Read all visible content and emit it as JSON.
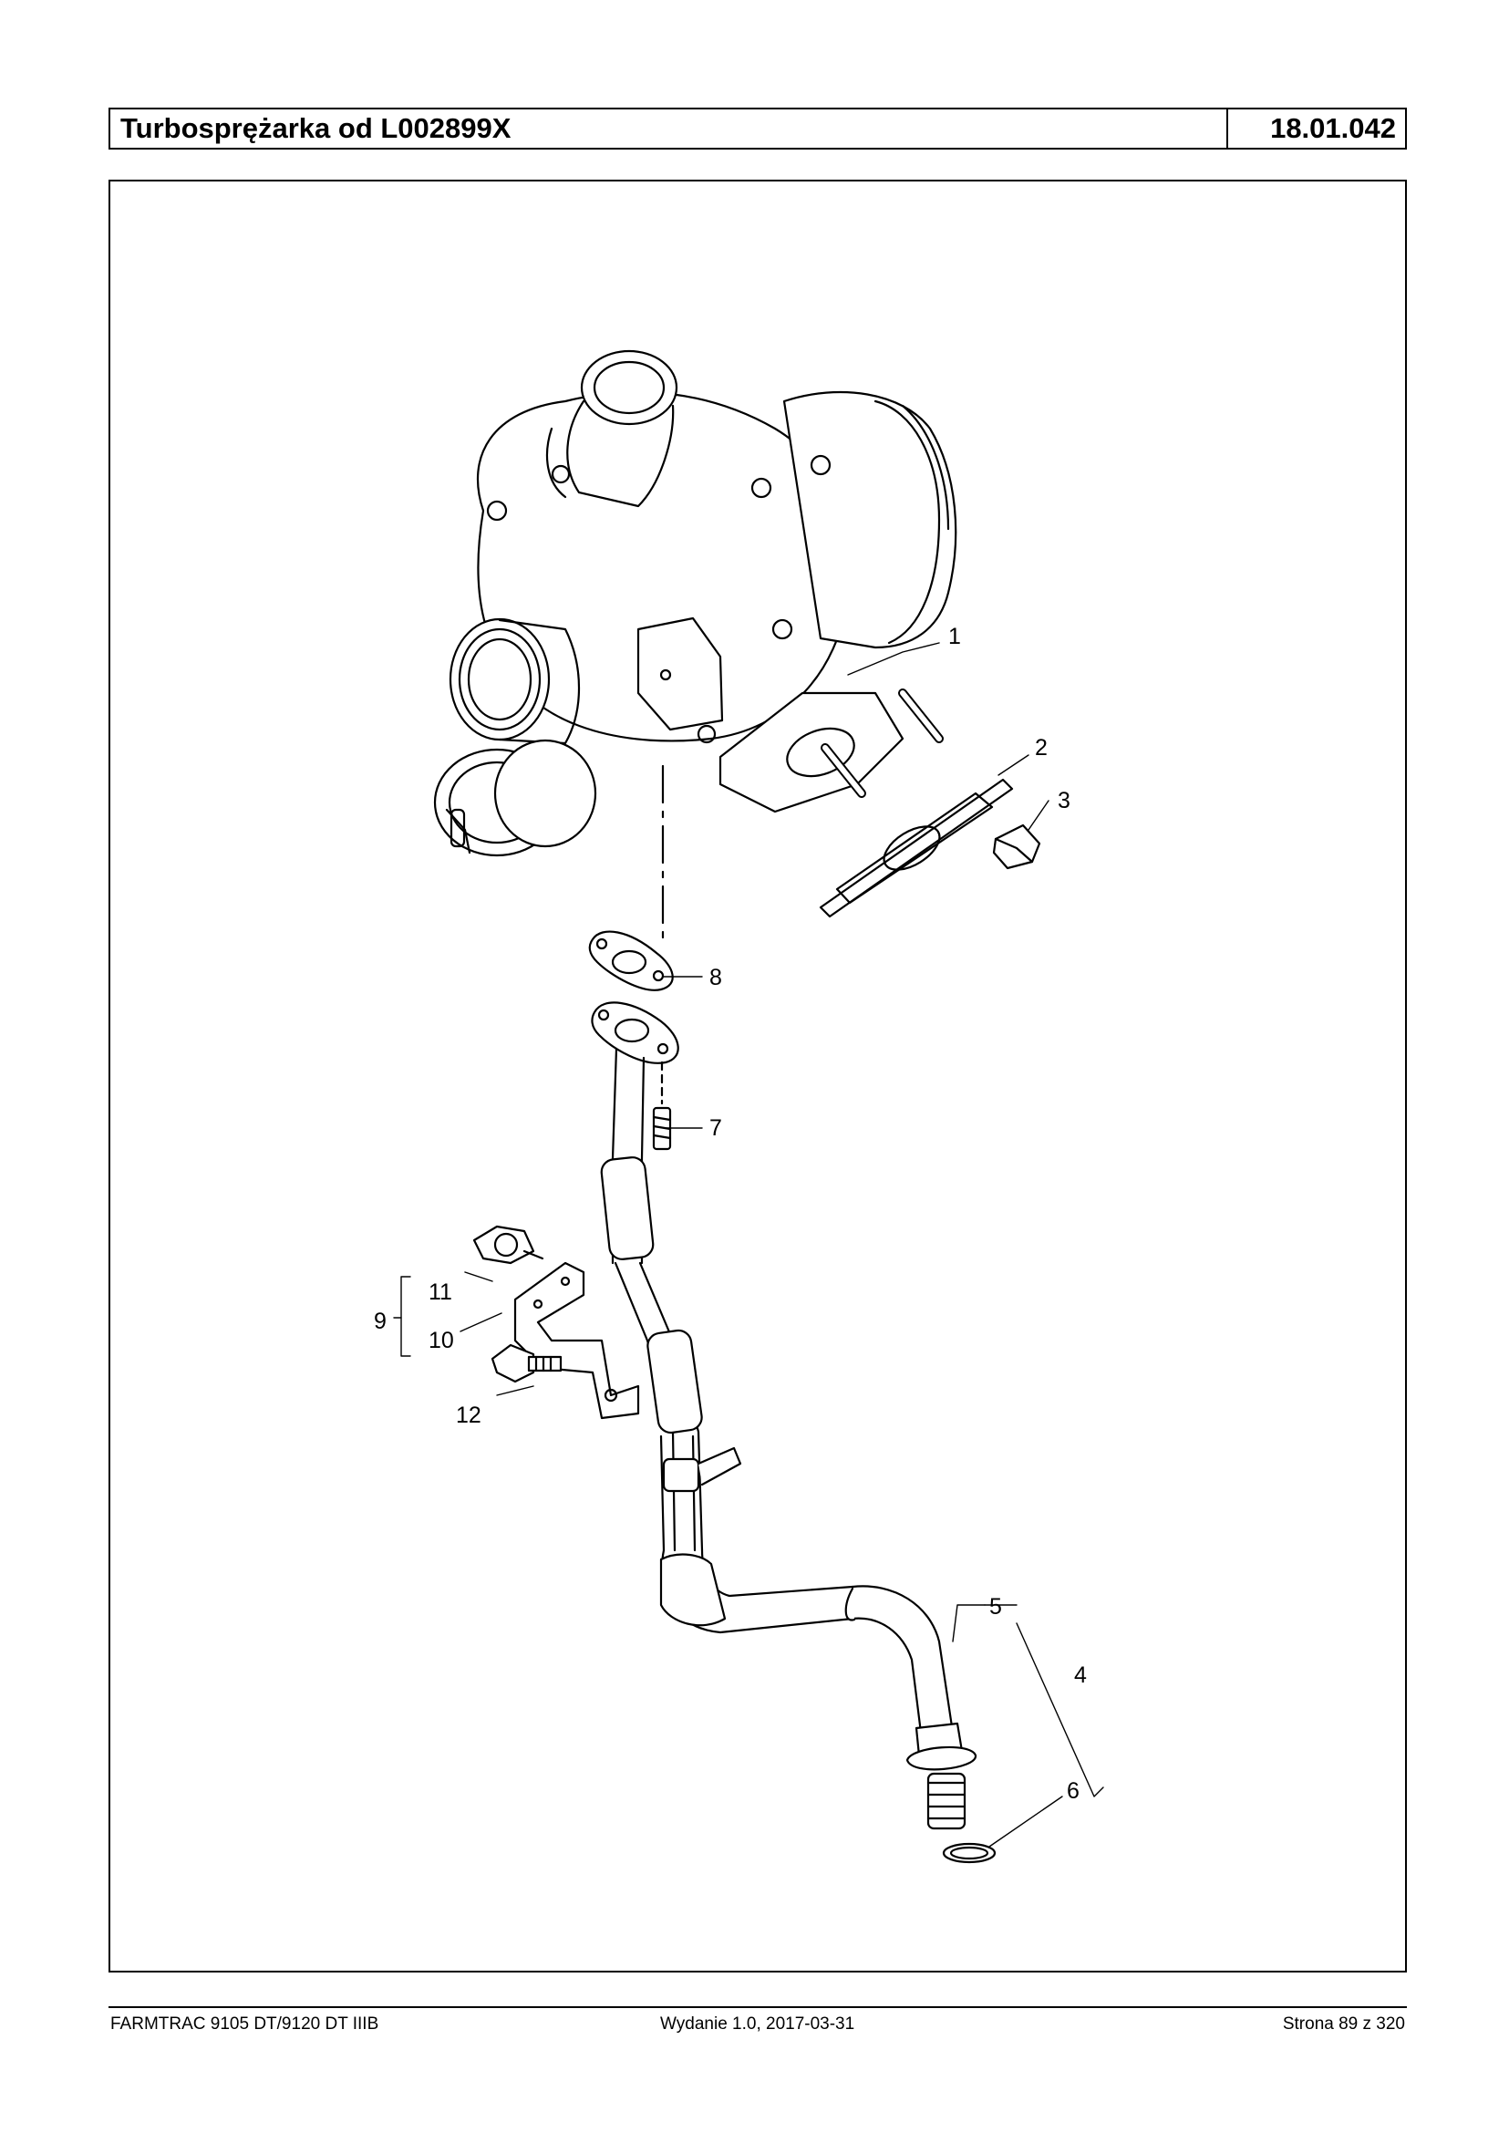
{
  "header": {
    "title": "Turbosprężarka od L002899X",
    "code": "18.01.042"
  },
  "callouts": {
    "c1": "1",
    "c2": "2",
    "c3": "3",
    "c4": "4",
    "c5": "5",
    "c6": "6",
    "c7": "7",
    "c8": "8",
    "c9": "9",
    "c10": "10",
    "c11": "11",
    "c12": "12"
  },
  "footer": {
    "model": "FARMTRAC 9105 DT/9120 DT IIIB",
    "edition": "Wydanie 1.0,  2017-03-31",
    "page": "Strona 89 z 320"
  }
}
